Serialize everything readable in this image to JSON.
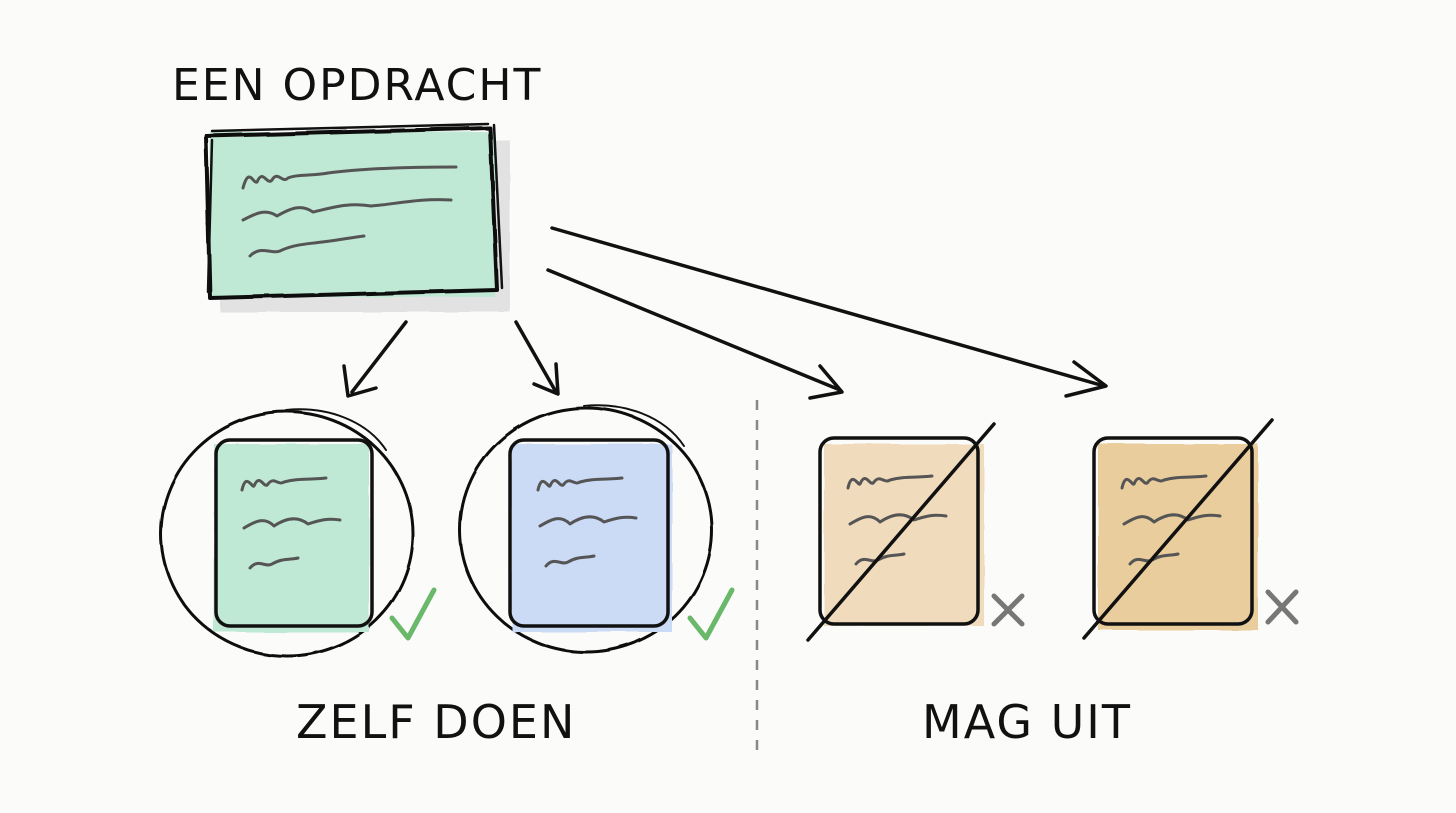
{
  "title": "EEN OPDRACHT",
  "groups": [
    {
      "label": "ZELF DOEN",
      "status": "allowed"
    },
    {
      "label": "MAG UIT",
      "status": "excluded"
    }
  ],
  "colors": {
    "task": "#bfe9d4",
    "item_green": "#bfe9d4",
    "item_blue": "#cbdaf5",
    "item_tan_light": "#f0dcbc",
    "item_tan": "#e9cd9c",
    "check": "#6ab86a",
    "cross": "#777777"
  },
  "icons": [
    "check-icon",
    "cross-icon",
    "arrow-icon"
  ]
}
